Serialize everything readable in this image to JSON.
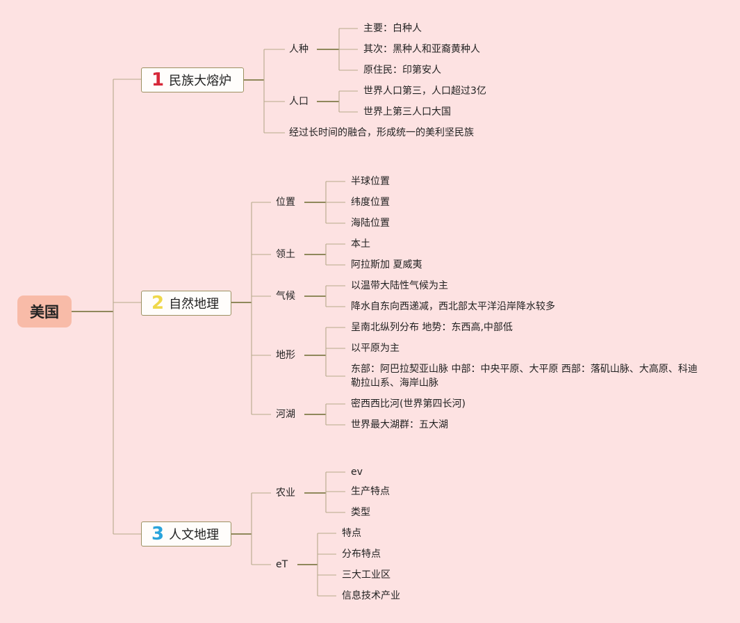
{
  "root": {
    "label": "美国"
  },
  "branches": [
    {
      "num": "1",
      "num_color": "#d62839",
      "label": "民族大熔炉"
    },
    {
      "num": "2",
      "num_color": "#efd84a",
      "label": "自然地理"
    },
    {
      "num": "3",
      "num_color": "#2aa4dc",
      "label": "人文地理"
    }
  ],
  "b1": {
    "race": {
      "label": "人种",
      "items": [
        "主要：白种人",
        "其次：黑种人和亚裔黄种人",
        "原住民：印第安人"
      ]
    },
    "pop": {
      "label": "人口",
      "items": [
        "世界人口第三，人口超过3亿",
        "世界上第三人口大国"
      ]
    },
    "fusion": "经过长时间的融合，形成统一的美利坚民族"
  },
  "b2": {
    "position": {
      "label": "位置",
      "items": [
        "半球位置",
        "纬度位置",
        "海陆位置"
      ]
    },
    "territory": {
      "label": "领土",
      "items": [
        "本土",
        "阿拉斯加 夏威夷"
      ]
    },
    "climate": {
      "label": "气候",
      "items": [
        "以温带大陆性气候为主",
        "降水自东向西递减，西北部太平洋沿岸降水较多"
      ]
    },
    "terrain": {
      "label": "地形",
      "items": [
        "呈南北纵列分布 地势：东西高,中部低",
        "以平原为主",
        "东部：阿巴拉契亚山脉 中部：中央平原、大平原 西部：落矶山脉、大高原、科迪勒拉山系、海岸山脉"
      ]
    },
    "rivers": {
      "label": "河湖",
      "items": [
        "密西西比河(世界第四长河)",
        "世界最大湖群：五大湖"
      ]
    }
  },
  "b3": {
    "agri": {
      "label": "农业",
      "items": [
        "ev",
        "生产特点",
        "类型"
      ]
    },
    "ind": {
      "label": "eT",
      "items": [
        "特点",
        "分布特点",
        "三大工业区",
        "信息技术产业"
      ]
    }
  }
}
